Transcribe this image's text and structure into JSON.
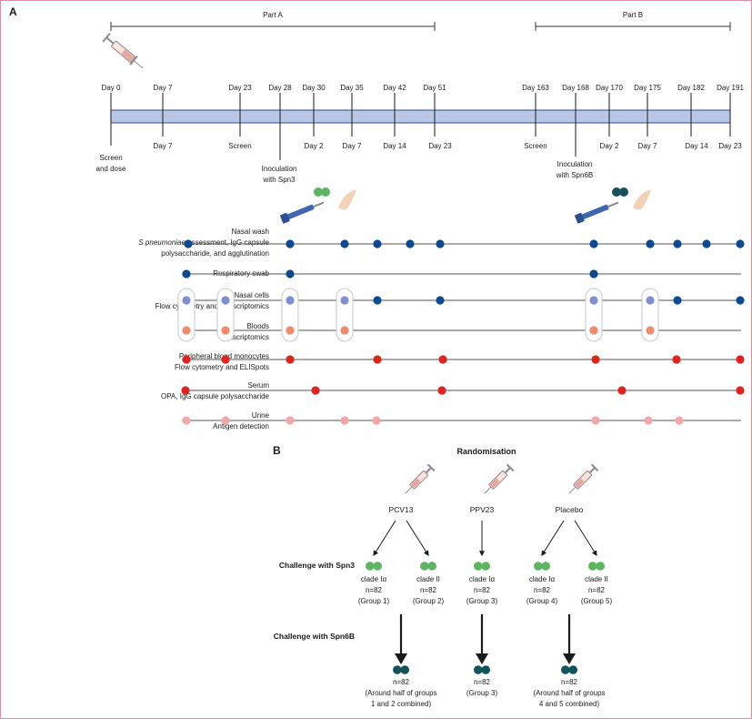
{
  "panel_a": {
    "letter": "A",
    "part_a": "Part A",
    "part_b": "Part B",
    "top_labels": [
      "Day 0",
      "Day 7",
      "Day 23",
      "Day 28",
      "Day 30",
      "Day 35",
      "Day 42",
      "Day 51",
      "Day 163",
      "Day 168",
      "Day 170",
      "Day 175",
      "Day 182",
      "Day 191"
    ],
    "bottom_labels": [
      "Day 7",
      "Screen",
      "Day 2",
      "Day 7",
      "Day 14",
      "Day 23",
      "Screen",
      "Day 2",
      "Day 7",
      "Day 14",
      "Day 23"
    ],
    "screen_dose_1": "Screen",
    "screen_dose_2": "and dose",
    "inoc_a_1": "Inoculation",
    "inoc_a_2": "with Spn3",
    "inoc_b_1": "Inoculation",
    "inoc_b_2": "with Spn6B",
    "rows": [
      {
        "l1": "Nasal wash",
        "l2_italic": "S pneumoniae",
        "l2_rest": " assessment, IgG capsule",
        "l3": "polysaccharide, and agglutination"
      },
      {
        "l1": "Respiratory swab"
      },
      {
        "l1": "Nasal cells",
        "l2": "Flow cytometry and transcriptomics"
      },
      {
        "l1": "Bloods",
        "l2": "transcriptomics"
      },
      {
        "l1": "Peripheral blood monocytes",
        "l2": "Flow cytometry and ELISpots"
      },
      {
        "l1": "Serum",
        "l2": "OPA, IgG capsule polysaccharide"
      },
      {
        "l1": "Urine",
        "l2": "Antigen detection"
      }
    ]
  },
  "panel_b": {
    "letter": "B",
    "title": "Randomisation",
    "arms": [
      "PCV13",
      "PPV23",
      "Placebo"
    ],
    "challenge_1": "Challenge with Spn3",
    "challenge_2": "Challenge with Spn6B",
    "groups": [
      {
        "clade": "clade Iα",
        "n": "n=82",
        "g": "(Group 1)"
      },
      {
        "clade": "clade II",
        "n": "n=82",
        "g": "(Group 2)"
      },
      {
        "clade": "clade Iα",
        "n": "n=82",
        "g": "(Group 3)"
      },
      {
        "clade": "clade Iα",
        "n": "n=82",
        "g": "(Group 4)"
      },
      {
        "clade": "clade II",
        "n": "n=82",
        "g": "(Group 5)"
      }
    ],
    "second": [
      {
        "n": "n=82",
        "a": "(Around half of groups",
        "b": "1 and 2 combined)"
      },
      {
        "n": "n=82",
        "a": "(Group 3)"
      },
      {
        "n": "n=82",
        "a": "(Around half of groups",
        "b": "4 and 5 combined)"
      }
    ]
  },
  "colors": {
    "timeline_fill": "#b9c6e6",
    "timeline_stroke": "#2f4f86",
    "dark_blue": "#0d4a93",
    "light_blue": "#7f8fd0",
    "salmon": "#f08a6a",
    "red": "#e0231c",
    "pink": "#f2a8a8",
    "green": "#5cb561",
    "dark_teal": "#14525a"
  }
}
